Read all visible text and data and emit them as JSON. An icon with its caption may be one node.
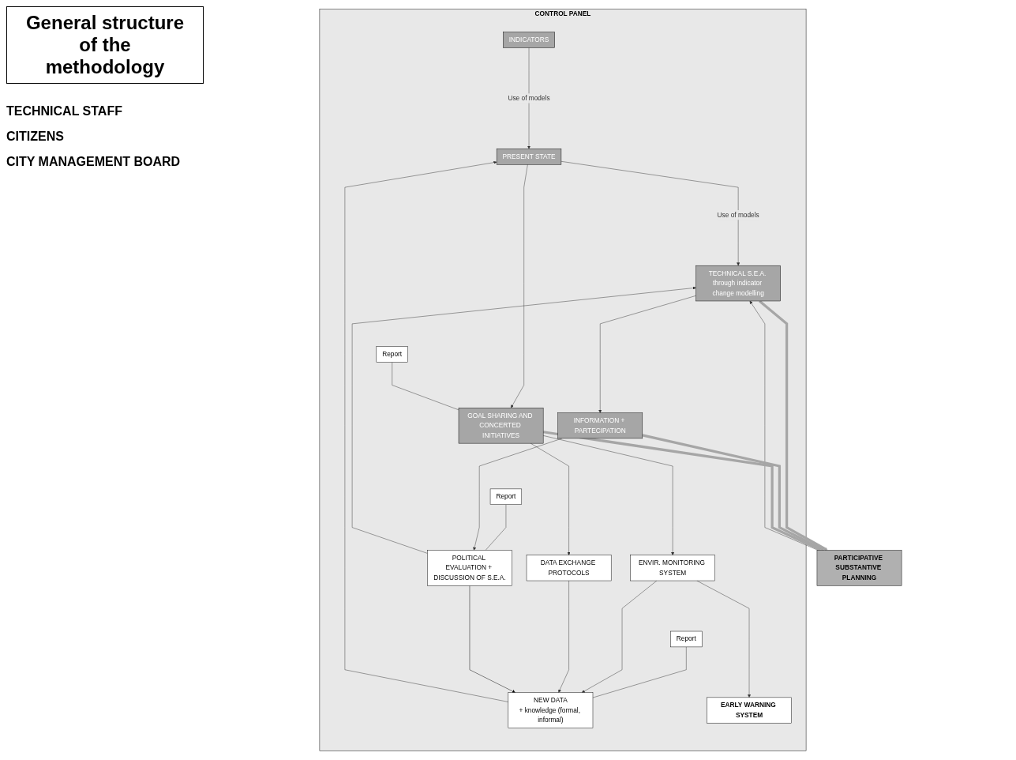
{
  "diagram": {
    "title": "General structure of the methodology",
    "nodes": [
      {
        "text": [
          "CONTROL PANEL"
        ]
      },
      {
        "text": [
          "INDICATORS"
        ],
        "in": 0
      },
      {
        "text": [
          "PRESENT STATE"
        ],
        "in": 0
      },
      {
        "text": [
          "TECHNICAL S.E.A. through indicator change modelling"
        ],
        "in": 0
      },
      {
        "text": [
          "Report"
        ],
        "in": 0
      },
      {
        "text": [
          "NEW DATA",
          "+ knowledge (formal, informal)"
        ],
        "in": 0
      },
      {
        "text": [
          "Report"
        ],
        "in": 0
      },
      {
        "text": [
          "EARLY WARNING SYSTEM"
        ],
        "in": 0
      },
      {
        "text": [
          "ENVIR. MONITORING SYSTEM"
        ],
        "in": 0
      },
      {
        "text": [
          "DATA EXCHANGE PROTOCOLS"
        ],
        "in": 0
      },
      {
        "text": [
          "POLITICAL EVALUATION + DISCUSSION OF S.E.A."
        ],
        "in": 0
      },
      {
        "text": [
          "Report"
        ],
        "in": 0
      },
      {
        "text": [
          "INFORMATION + PARTECIPATION"
        ],
        "in": 0
      },
      {
        "text": [
          "GOAL SHARING AND CONCERTED INITIATIVES"
        ],
        "in": 0
      },
      {
        "text": [
          "PARTICIPATIVE SUBSTANTIVE PLANNING"
        ]
      }
    ],
    "edges": [
      {
        "from": 1,
        "to": 2,
        "arrow": "to",
        "label": "Use of models"
      },
      {
        "from": 2,
        "to": 3,
        "arrow": "to",
        "label": "Use of models"
      },
      {
        "from": 14,
        "to": 3,
        "arrow": "to"
      },
      {
        "from": 3,
        "to": 14,
        "arrow": "to",
        "style": "thick",
        "color": "#a6a6a6"
      },
      {
        "from": 5,
        "to": 2,
        "arrow": "to"
      },
      {
        "from": 4,
        "to": 5,
        "arrow": "none"
      },
      {
        "from": 8,
        "to": 5,
        "arrow": "to"
      },
      {
        "from": 9,
        "to": 5,
        "arrow": "to"
      },
      {
        "from": 8,
        "to": 7,
        "arrow": "to"
      },
      {
        "from": 10,
        "to": 5,
        "arrow": "to",
        "color": "#000000"
      },
      {
        "from": 10,
        "to": 3,
        "arrow": "to"
      },
      {
        "from": 6,
        "to": 10,
        "arrow": "none"
      },
      {
        "from": 2,
        "to": 13,
        "arrow": "to"
      },
      {
        "from": 3,
        "to": 12,
        "arrow": "to"
      },
      {
        "from": 12,
        "to": 10,
        "arrow": "to"
      },
      {
        "from": 13,
        "to": 8,
        "arrow": "to"
      },
      {
        "from": 13,
        "to": 9,
        "arrow": "to"
      },
      {
        "from": 11,
        "to": 13,
        "arrow": "none"
      },
      {
        "from": 12,
        "to": 14,
        "arrow": "to",
        "style": "thick",
        "color": "#a6a6a6"
      },
      {
        "from": 13,
        "to": 14,
        "arrow": "to",
        "style": "thick",
        "color": "#a6a6a6"
      }
    ],
    "labels": [
      "TECHNICAL STAFF",
      "CITIZENS",
      "CITY MANAGEMENT BOARD"
    ]
  }
}
